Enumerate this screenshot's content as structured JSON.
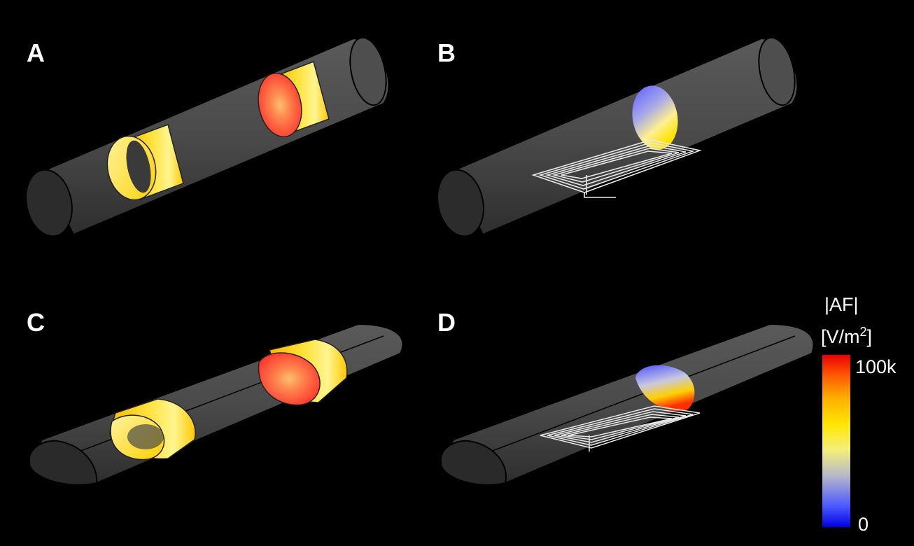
{
  "panels": [
    {
      "id": "A",
      "label": "A"
    },
    {
      "id": "B",
      "label": "B"
    },
    {
      "id": "C",
      "label": "C"
    },
    {
      "id": "D",
      "label": "D"
    }
  ],
  "colorbar": {
    "title_line1": "|AF|",
    "title_line2_prefix": "[V/m",
    "title_line2_sup": "2",
    "title_line2_suffix": "]",
    "max_label": "100k",
    "min_label": "0",
    "stops": [
      "#0000e0",
      "#5a6cff",
      "#b8b8c8",
      "#f4f07a",
      "#ffe600",
      "#ffae00",
      "#ff5a00",
      "#e80000"
    ]
  },
  "colors": {
    "background": "#000000",
    "tube": "#4a4a4a",
    "tube_edge": "#000000",
    "coil": "#ffd21a",
    "coil_light": "#fff27a",
    "field_hot": "#ff4a3a",
    "field_core": "#ffb060",
    "planar_coil": "#e8e8e8"
  }
}
